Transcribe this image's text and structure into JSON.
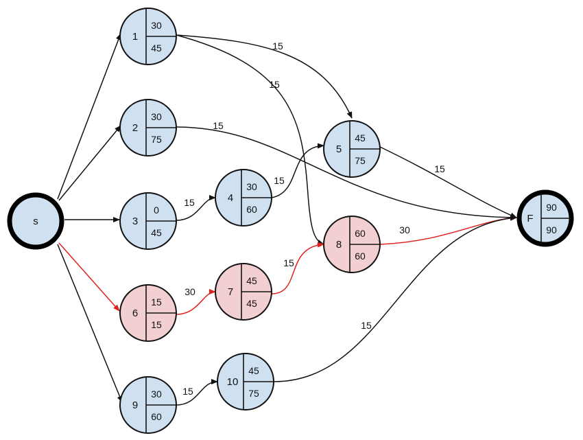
{
  "colors": {
    "normal_fill": "#cfe0f1",
    "critical_fill": "#f2cfd1",
    "normal_edge": "#111111",
    "critical_edge": "#e0201c"
  },
  "nodes": [
    {
      "id": "S",
      "terminal": true,
      "critical": false
    },
    {
      "id": "1",
      "es": "30",
      "ls": "45",
      "critical": false
    },
    {
      "id": "2",
      "es": "30",
      "ls": "75",
      "critical": false
    },
    {
      "id": "3",
      "es": "0",
      "ls": "45",
      "critical": false
    },
    {
      "id": "4",
      "es": "30",
      "ls": "60",
      "critical": false
    },
    {
      "id": "5",
      "es": "45",
      "ls": "75",
      "critical": false
    },
    {
      "id": "6",
      "es": "15",
      "ls": "15",
      "critical": true
    },
    {
      "id": "7",
      "es": "45",
      "ls": "45",
      "critical": true
    },
    {
      "id": "8",
      "es": "60",
      "ls": "60",
      "critical": true
    },
    {
      "id": "9",
      "es": "30",
      "ls": "60",
      "critical": false
    },
    {
      "id": "10",
      "es": "45",
      "ls": "75",
      "critical": false
    },
    {
      "id": "F",
      "es": "90",
      "ls": "90",
      "terminal": true,
      "critical": false
    }
  ],
  "edges": [
    {
      "from": "S",
      "to": "1",
      "weight": "",
      "critical": false
    },
    {
      "from": "S",
      "to": "2",
      "weight": "",
      "critical": false
    },
    {
      "from": "S",
      "to": "3",
      "weight": "",
      "critical": false
    },
    {
      "from": "S",
      "to": "6",
      "weight": "",
      "critical": true
    },
    {
      "from": "S",
      "to": "9",
      "weight": "",
      "critical": false
    },
    {
      "from": "1",
      "to": "5",
      "weight": "15",
      "critical": false
    },
    {
      "from": "1",
      "to": "8",
      "weight": "15",
      "critical": false
    },
    {
      "from": "2",
      "to": "F",
      "weight": "15",
      "critical": false
    },
    {
      "from": "3",
      "to": "4",
      "weight": "15",
      "critical": false
    },
    {
      "from": "4",
      "to": "5",
      "weight": "15",
      "critical": false
    },
    {
      "from": "5",
      "to": "F",
      "weight": "15",
      "critical": false
    },
    {
      "from": "6",
      "to": "7",
      "weight": "30",
      "critical": true
    },
    {
      "from": "7",
      "to": "8",
      "weight": "15",
      "critical": true
    },
    {
      "from": "8",
      "to": "F",
      "weight": "30",
      "critical": true
    },
    {
      "from": "9",
      "to": "10",
      "weight": "15",
      "critical": false
    },
    {
      "from": "10",
      "to": "F",
      "weight": "15",
      "critical": false
    }
  ]
}
